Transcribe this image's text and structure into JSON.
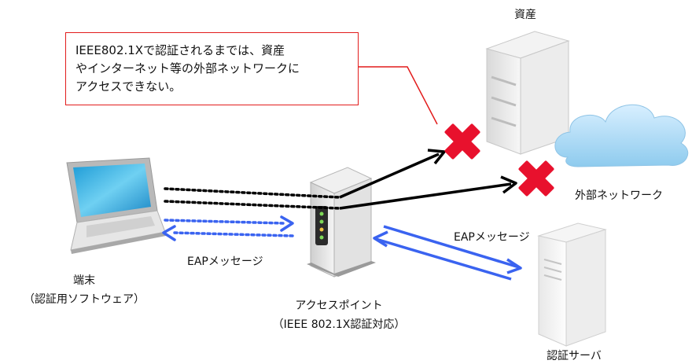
{
  "callout": {
    "lines": [
      "IEEE802.1Xで認証されるまでは、資産",
      "やインターネット等の外部ネットワークに",
      "アクセスできない。"
    ]
  },
  "labels": {
    "asset": "資産",
    "external_network": "外部ネットワーク",
    "terminal": "端末",
    "terminal_sub": "（認証用ソフトウェア）",
    "eap_left": "EAPメッセージ",
    "eap_right": "EAPメッセージ",
    "access_point": "アクセスポイント",
    "access_point_sub": "（IEEE 802.1X認証対応）",
    "auth_server": "認証サーバ"
  },
  "colors": {
    "callout_border": "#e21c1c",
    "blocked_mark": "#e8112d",
    "eap_arrow": "#3a63f0",
    "connection_arrow": "#000000",
    "cloud": "#9fd3f3"
  }
}
